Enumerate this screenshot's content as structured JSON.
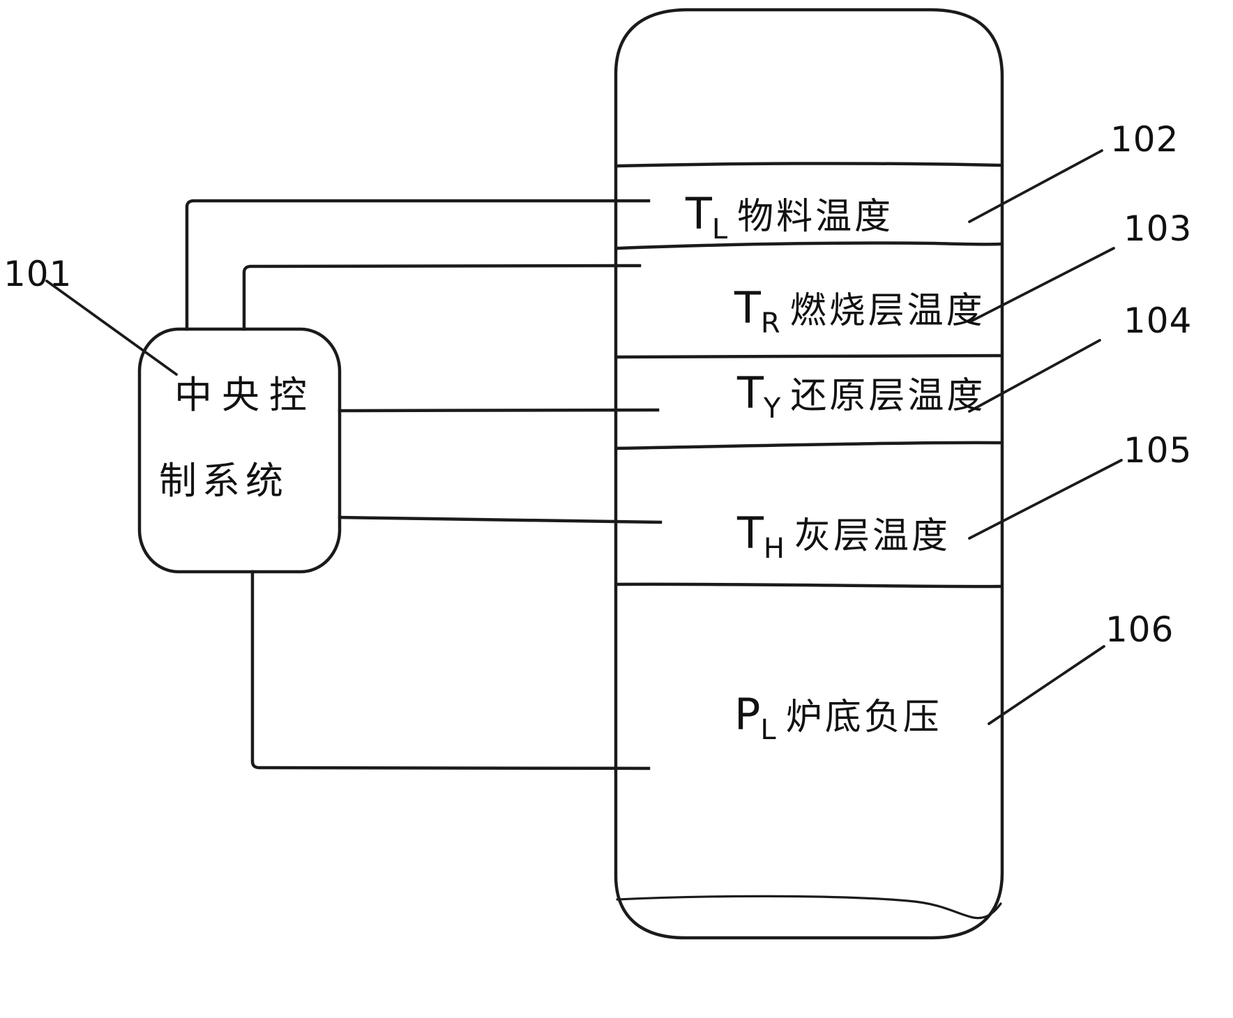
{
  "diagram": {
    "title_hint": "furnace control schematic",
    "colors": {
      "line": "#1b1b1b",
      "background": "#ffffff"
    },
    "controller": {
      "ref_label": "101",
      "name_line1": "中央控",
      "name_line2": "制系统"
    },
    "vessel_sections": [
      {
        "ref_label": "102",
        "symbol": "T",
        "subscript": "L",
        "name": "物料温度"
      },
      {
        "ref_label": "103",
        "symbol": "T",
        "subscript": "R",
        "name": "燃烧层温度"
      },
      {
        "ref_label": "104",
        "symbol": "T",
        "subscript": "Y",
        "name": "还原层温度"
      },
      {
        "ref_label": "105",
        "symbol": "T",
        "subscript": "H",
        "name": "灰层温度"
      },
      {
        "ref_label": "106",
        "symbol": "P",
        "subscript": "L",
        "name": "炉底负压"
      }
    ]
  }
}
